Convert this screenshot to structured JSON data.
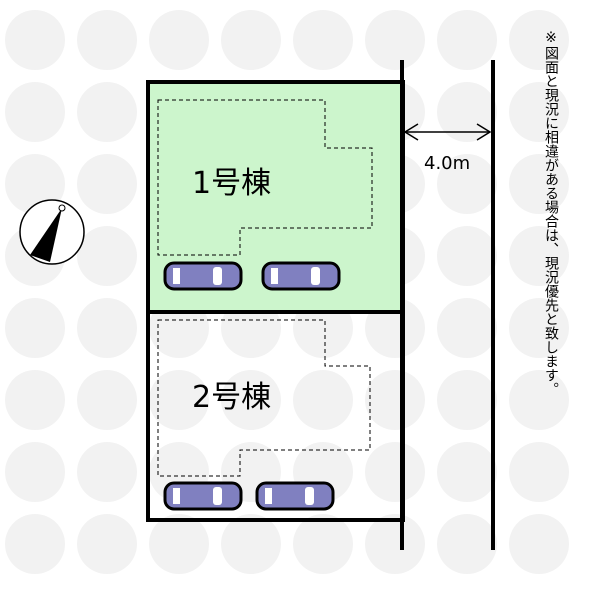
{
  "lots": [
    {
      "label": "1号棟",
      "fill": "#ccf5cc"
    },
    {
      "label": "2号棟",
      "fill": "#ffffff"
    }
  ],
  "road_width": "4.0m",
  "note": "※図面と現況に相違がある場合は、現況優先と致します。",
  "colors": {
    "car": "#8080c0",
    "outline": "#000000"
  }
}
